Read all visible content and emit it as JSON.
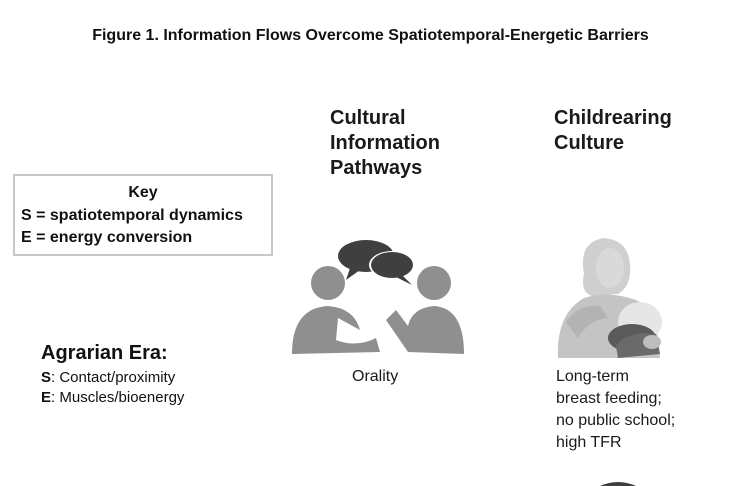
{
  "title": "Figure 1. Information Flows Overcome Spatiotemporal-Energetic Barriers",
  "columns": {
    "cultural": [
      "Cultural",
      "Information",
      "Pathways"
    ],
    "childrearing": [
      "Childrearing",
      "Culture"
    ]
  },
  "key": {
    "heading": "Key",
    "s_line": "S = spatiotemporal dynamics",
    "e_line": "E = energy conversion"
  },
  "era": {
    "title": "Agrarian Era:",
    "s_letter": "S",
    "s_text": ": Contact/proximity",
    "e_letter": "E",
    "e_text": ": Muscles/bioenergy"
  },
  "cultural_label": "Orality",
  "childrearing_label": [
    "Long-term",
    "breast feeding;",
    "no public school;",
    "high TFR"
  ],
  "icons": {
    "conversation": "two-people-talking-icon",
    "breastfeeding": "mother-nursing-infant-image"
  },
  "colors": {
    "icon_gray": "#8f8f8f",
    "bubble_dark": "#3f3f3f",
    "border": "#c8c8c8"
  }
}
